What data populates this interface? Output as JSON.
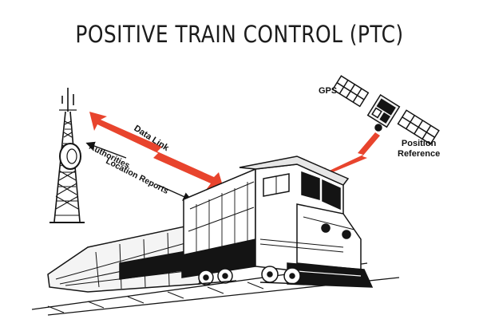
{
  "title": "POSITIVE TRAIN CONTROL (PTC)",
  "labels": {
    "gps": "GPS",
    "position_reference_line1": "Position",
    "position_reference_line2": "Reference",
    "data_link": "Data Link",
    "authorities": "Authorities",
    "location_reports": "Location Reports"
  },
  "colors": {
    "signal_red": "#e8442d",
    "ink": "#141414",
    "background": "#ffffff"
  },
  "icons": [
    "radio-tower-icon",
    "gps-satellite-icon",
    "locomotive-icon"
  ]
}
